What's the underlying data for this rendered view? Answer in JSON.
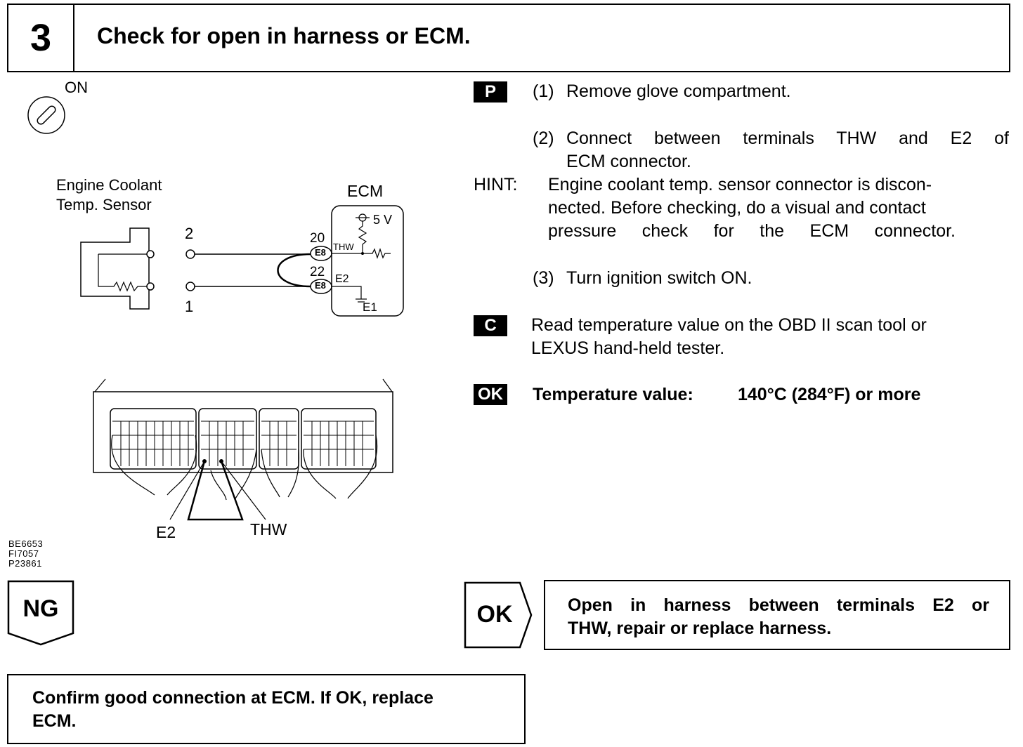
{
  "header": {
    "step_number": "3",
    "title": "Check for open in harness or ECM."
  },
  "ignition": {
    "label": "ON",
    "icon": "ignition-key-icon"
  },
  "diagram": {
    "sensor_label_line1": "Engine Coolant",
    "sensor_label_line2": "Temp. Sensor",
    "ecm_label": "ECM",
    "voltage_label": "5 V",
    "pin_top": "2",
    "pin_bottom": "1",
    "ecm_pin_top_number": "20",
    "ecm_pin_top_connector": "E8",
    "ecm_pin_top_name": "THW",
    "ecm_pin_bottom_number": "22",
    "ecm_pin_bottom_connector": "E8",
    "ecm_pin_bottom_name": "E2",
    "ground_label": "E1",
    "connector_label_left": "E2",
    "connector_label_right": "THW"
  },
  "figure_codes": [
    "BE6653",
    "FI7057",
    "P23861"
  ],
  "instructions": {
    "p_badge": "P",
    "step1_num": "(1)",
    "step1": "Remove glove compartment.",
    "step2_num": "(2)",
    "step2_line1": "Connect between terminals THW and E2 of",
    "step2_line2": "ECM connector.",
    "hint_label": "HINT:",
    "hint_line1": "Engine coolant temp. sensor connector is discon-",
    "hint_line2": "nected. Before checking, do a visual and contact",
    "hint_line3": "pressure check for the ECM connector.",
    "step3_num": "(3)",
    "step3": "Turn ignition switch ON.",
    "c_badge": "C",
    "check_line1": "Read temperature value on the OBD II scan tool or",
    "check_line2": "LEXUS hand-held tester.",
    "ok_badge": "OK",
    "spec_label": "Temperature value:",
    "spec_value": "140°C (284°F) or more"
  },
  "results": {
    "ng_label": "NG",
    "ok_label": "OK",
    "ok_result_line1": "Open in harness between terminals E2 or",
    "ok_result_line2": "THW, repair or replace harness.",
    "ng_result_line1": "Confirm good connection at ECM. If OK, replace",
    "ng_result_line2": "ECM."
  }
}
